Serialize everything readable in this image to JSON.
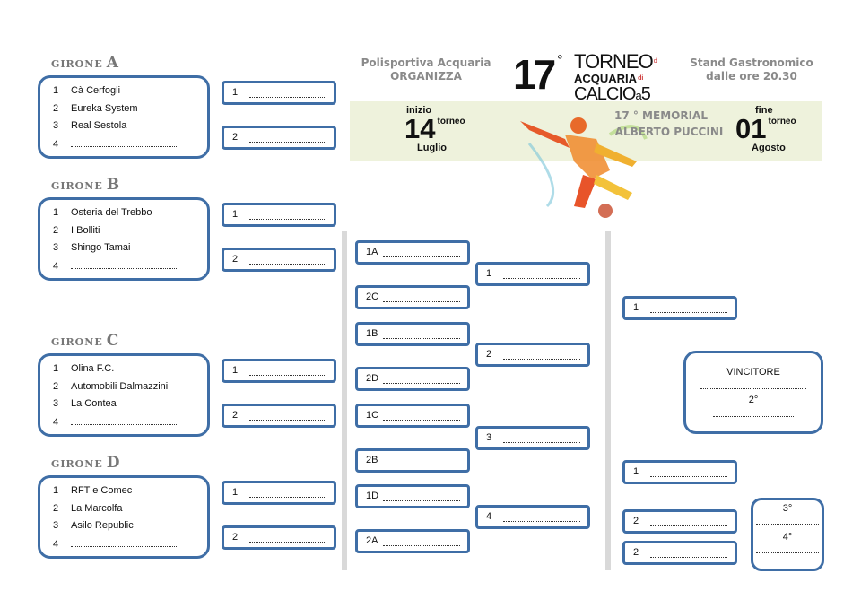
{
  "header": {
    "organizer_line1": "Polisportiva  Acquaria",
    "organizer_line2": "ORGANIZZA",
    "stand_line1": "Stand  Gastronomico",
    "stand_line2": "dalle ore 20.30",
    "edition": "17",
    "degree": "°",
    "title_torneo": "TORNEO",
    "title_di": "di",
    "title_acquaria": "ACQUARIA",
    "title_di2": "di",
    "title_calcio": "CALCIO",
    "title_a": "a",
    "title_5": "5",
    "start_label": "inizio",
    "start_day": "14",
    "start_torneo": "torneo",
    "start_month": "Luglio",
    "end_label": "fine",
    "end_day": "01",
    "end_torneo": "torneo",
    "end_month": "Agosto",
    "memorial_line1": "17 ° MEMORIAL",
    "memorial_line2": "ALBERTO PUCCINI"
  },
  "groups": [
    {
      "label": "GIRONE",
      "letter": "A",
      "teams": [
        "Cà Cerfogli",
        "Eureka System",
        "Real Sestola",
        ""
      ]
    },
    {
      "label": "GIRONE",
      "letter": "B",
      "teams": [
        "Osteria del Trebbo",
        "I Bolliti",
        "Shingo Tamai",
        ""
      ]
    },
    {
      "label": "GIRONE",
      "letter": "C",
      "teams": [
        "Olina F.C.",
        "Automobili Dalmazzini",
        "La Contea",
        ""
      ]
    },
    {
      "label": "GIRONE",
      "letter": "D",
      "teams": [
        "RFT e Comec",
        "La Marcolfa",
        "Asilo Republic",
        ""
      ]
    }
  ],
  "nums": [
    "1",
    "2",
    "3",
    "4"
  ],
  "quarter_seeds": [
    "1A",
    "2C",
    "1B",
    "2D",
    "1C",
    "2B",
    "1D",
    "2A"
  ],
  "final": {
    "winner": "VINCITORE",
    "second": "2°",
    "third": "3°",
    "fourth": "4°",
    "semi": [
      "1",
      "1",
      "2",
      "2"
    ]
  }
}
